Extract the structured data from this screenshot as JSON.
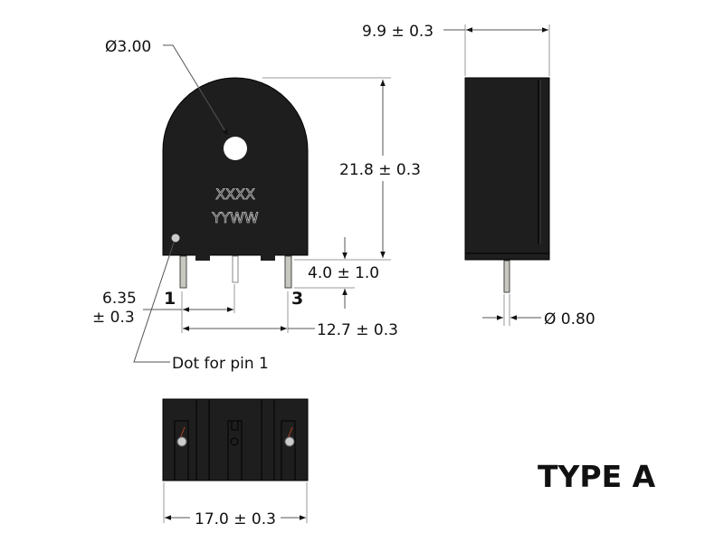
{
  "title": "TYPE A",
  "dimensions": {
    "hole_diameter": "Ø3.00",
    "height": "21.8 ± 0.3",
    "depth": "9.9 ± 0.3",
    "pin_length": "4.0 ± 1.0",
    "pin_pitch_value": "6.35",
    "pin_pitch_tol": "± 0.3",
    "pin_span": "12.7 ± 0.3",
    "pin_diameter": "Ø 0.80",
    "width": "17.0 ± 0.3"
  },
  "labels": {
    "pin1": "1",
    "pin3": "3",
    "dot_note": "Dot for pin 1",
    "marking_line1": "XXXX",
    "marking_line2": "YYWW"
  },
  "colors": {
    "body": "#1e1e1e",
    "pin": "#c8c8c0"
  }
}
